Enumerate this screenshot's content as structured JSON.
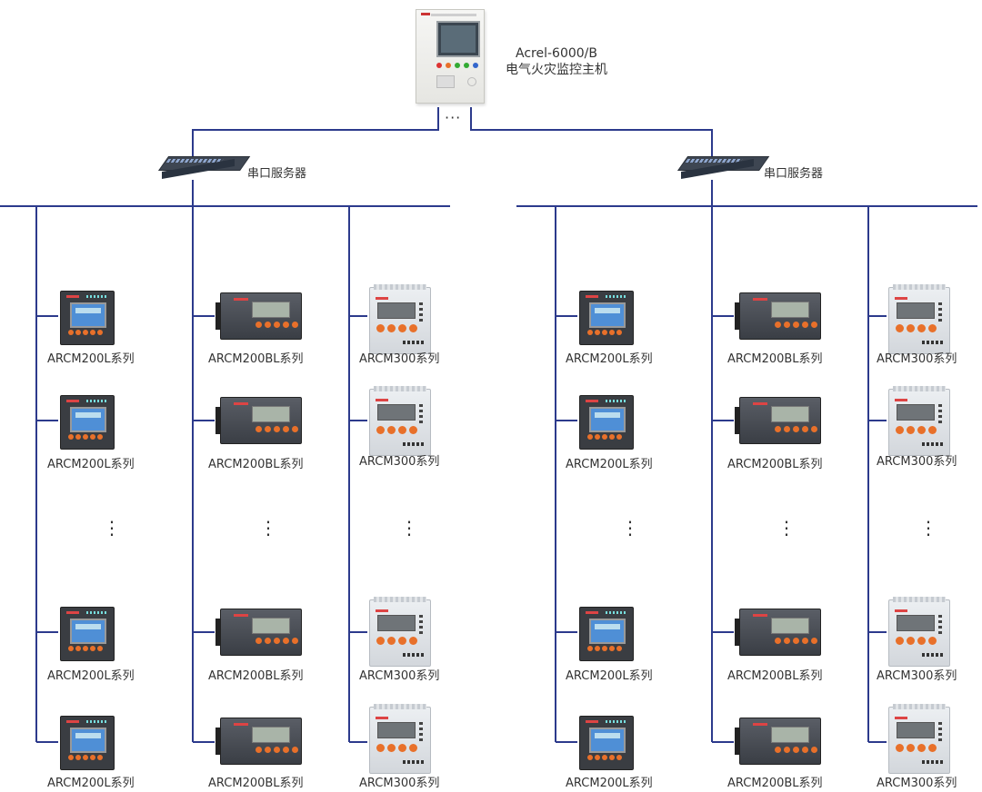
{
  "host": {
    "model": "Acrel-6000/B",
    "name": "电气火灾监控主机"
  },
  "ellipsis": "···",
  "serial_server_label": "串口服务器",
  "device_labels": {
    "arcm200l": "ARCM200L系列",
    "arcm200bl": "ARCM200BL系列",
    "arcm300": "ARCM300系列"
  },
  "vertical_ellipsis": "⋮",
  "colors": {
    "wire": "#2c3a8c",
    "text": "#333333",
    "key_orange": "#e8702a"
  },
  "icons": {
    "host": "monitoring-host-cabinet-icon",
    "serial_server": "serial-server-icon",
    "arcm200l": "arcm200l-meter-icon",
    "arcm200bl": "arcm200bl-meter-icon",
    "arcm300": "arcm300-din-meter-icon"
  }
}
